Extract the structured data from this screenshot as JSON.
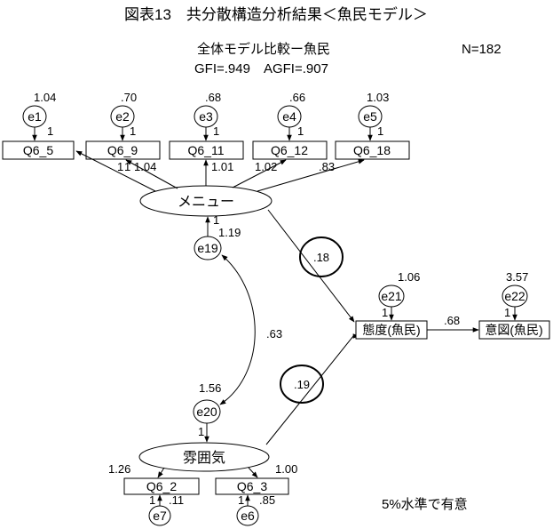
{
  "title": "図表13　共分散構造分析結果＜魚民モデル＞",
  "subtitle": "全体モデル比較ー魚民",
  "fit": "GFI=.949　AGFI=.907",
  "n": "N=182",
  "note": "5%水準で有意",
  "latent": {
    "menu": "メニュー",
    "atmosphere": "雰囲気"
  },
  "observed": {
    "q6_5": "Q6_5",
    "q6_9": "Q6_9",
    "q6_11": "Q6_11",
    "q6_12": "Q6_12",
    "q6_18": "Q6_18",
    "q6_2": "Q6_2",
    "q6_3": "Q6_3",
    "attitude": "態度(魚民)",
    "intention": "意図(魚民)"
  },
  "errors": {
    "e1": "e1",
    "e2": "e2",
    "e3": "e3",
    "e4": "e4",
    "e5": "e5",
    "e6": "e6",
    "e7": "e7",
    "e19": "e19",
    "e20": "e20",
    "e21": "e21",
    "e22": "e22"
  },
  "values": {
    "e1_var": "1.04",
    "e2_var": ".70",
    "e3_var": ".68",
    "e4_var": ".66",
    "e5_var": "1.03",
    "e1_path": "1",
    "e2_path": "1",
    "e3_path": "1",
    "e4_path": "1",
    "e5_path": "1",
    "q6_5_load": "1",
    "q6_9_fix": "1",
    "q6_9_load": "1.04",
    "q6_11_load": "1.01",
    "q6_12_load": "1.02",
    "q6_18_load": ".83",
    "e19_path": "1",
    "e19_var": "1.19",
    "covariance": ".63",
    "e20_var": "1.56",
    "e20_path": "1",
    "atm_q6_2": "1.26",
    "atm_q6_3": "1.00",
    "e7_path": "1",
    "e7_var": ".11",
    "e6_path": "1",
    "e6_var": ".85",
    "menu_attitude": ".18",
    "atm_attitude": ".19",
    "e21_var": "1.06",
    "e21_path": "1",
    "e22_var": "3.57",
    "e22_path": "1",
    "attitude_intention": ".68"
  }
}
